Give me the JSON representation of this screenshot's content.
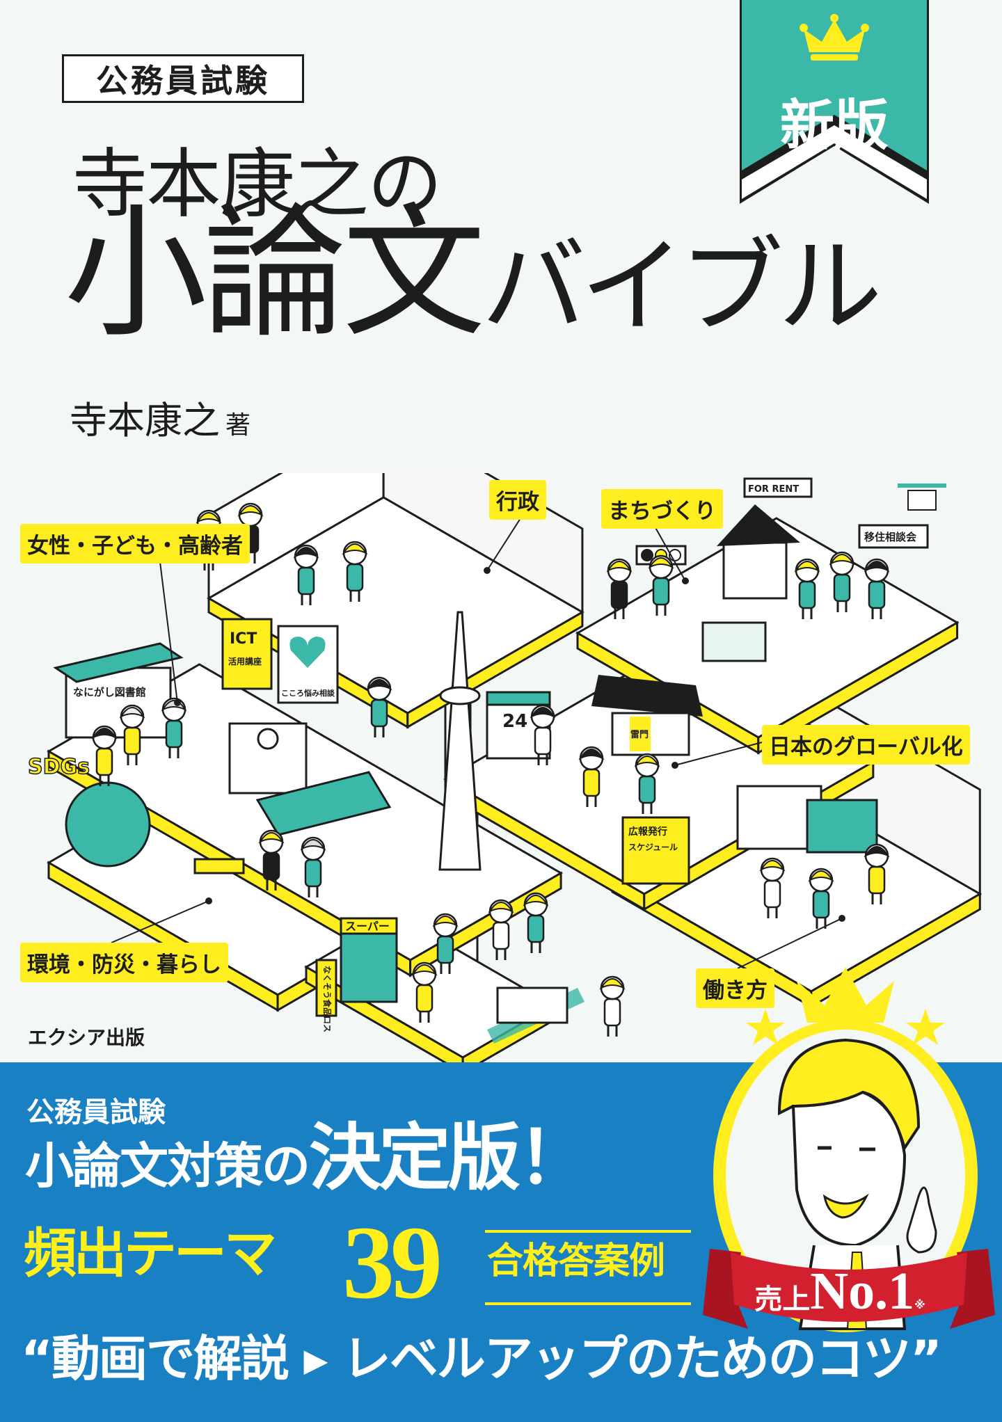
{
  "cover": {
    "series": "公務員試験",
    "author_title": "寺本康之の",
    "title_main": "小論文",
    "title_kana": "バイブル",
    "author": "寺本康之",
    "author_role": "著",
    "edition": "新版",
    "publisher": "エクシア出版"
  },
  "themes": {
    "gyosei": "行政",
    "machizukuri": "まちづくり",
    "josei": "女性・子ども・高齢者",
    "global": "日本のグローバル化",
    "kankyo": "環境・防災・暮らし",
    "hatarakikata": "働き方"
  },
  "illustration": {
    "signs": {
      "library": "なにがし図書館",
      "ict": "ICT",
      "ict_sub": "活用講座",
      "counsel": "こころ悩み相談",
      "for_rent": "FOR RENT",
      "migration": "移住相談会",
      "store24": "24",
      "kaminarimon": "雷門",
      "schedule": "広報発行スケジュール",
      "super": "スーパー",
      "foodloss": "なくそう食品ロス",
      "sdgs": "SDGs"
    }
  },
  "band": {
    "series": "公務員試験",
    "line2_a": "小論文対策の",
    "line2_b": "決定版！",
    "line3_a": "頻出テーマ",
    "line3_num": "39",
    "line3_b": "合格答案例",
    "line4": "“動画で解説 ▸ レベルアップのためのコツ”",
    "badge_label": "売上",
    "badge_no": "No.1",
    "badge_note": "※"
  },
  "colors": {
    "yellow": "#ffee1f",
    "teal": "#3bb8a8",
    "blue": "#1a80c4",
    "red": "#d2202f",
    "ink": "#1d1d1d"
  }
}
